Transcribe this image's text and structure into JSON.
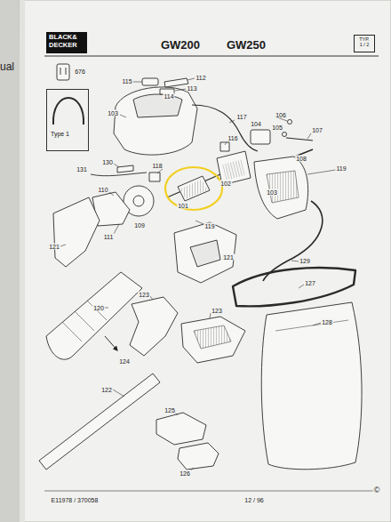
{
  "diagram": {
    "nodes": [
      {
        "text": [
          "BLACK& DECKER"
        ]
      },
      {
        "text": [
          "TYP.",
          "1 / 2"
        ]
      },
      {
        "text": [
          "Type 1"
        ]
      }
    ],
    "labels": [
      "ual",
      "GW200",
      "GW250",
      "676",
      "115",
      "112",
      "113",
      "114",
      "103",
      "117",
      "104",
      "106",
      "105",
      "107",
      "130",
      "116",
      "131",
      "118",
      "102",
      "108",
      "119",
      "110",
      "101",
      "103",
      "119",
      "121",
      "111",
      "109",
      "121",
      "129",
      "127",
      "123",
      "123",
      "128",
      "120",
      "124",
      "122",
      "125",
      "126",
      "E11978 / 370058",
      "12 / 96",
      "©"
    ]
  }
}
